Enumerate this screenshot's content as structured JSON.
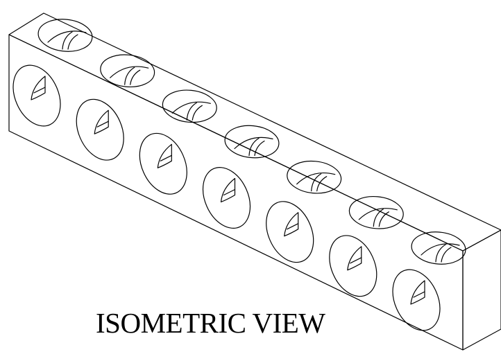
{
  "view_label": "ISOMETRIC VIEW",
  "part": {
    "shape": "rectangular bar",
    "top_face_holes": 7,
    "front_face_holes": 7
  },
  "colors": {
    "line": "#000000",
    "background": "#ffffff"
  }
}
